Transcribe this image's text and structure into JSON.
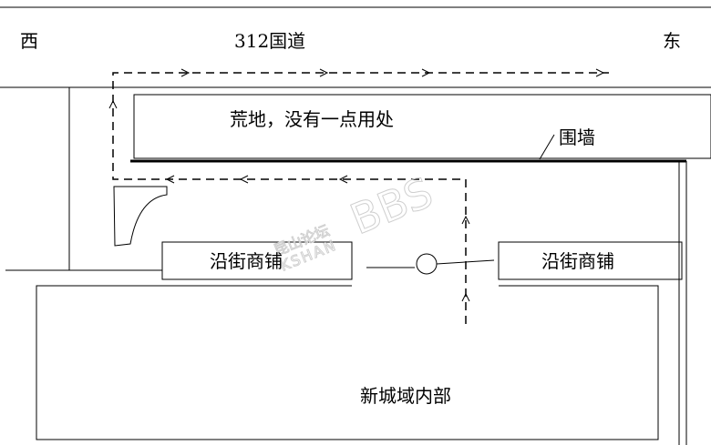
{
  "labels": {
    "west": "西",
    "road": "312国道",
    "east": "东",
    "wasteland": "荒地，没有一点用处",
    "wall": "围墙",
    "shops_left": "沿街商铺",
    "shops_right": "沿街商铺",
    "inner_area": "新城域内部"
  },
  "watermark": {
    "site": "昆山论坛",
    "latin": "KSHAN",
    "bbs": "BBS"
  },
  "colors": {
    "line": "#000000",
    "background": "#ffffff",
    "watermark": "#cfcfcf"
  }
}
